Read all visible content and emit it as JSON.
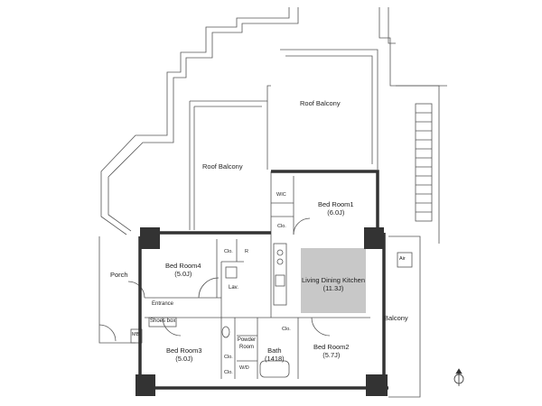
{
  "rooms": {
    "roof_balcony_1": "Roof Balcony",
    "roof_balcony_2": "Roof Balcony",
    "bed1": {
      "name": "Bed Room1",
      "size": "(6.0J)"
    },
    "bed2": {
      "name": "Bed Room2",
      "size": "(5.7J)"
    },
    "bed3": {
      "name": "Bed Room3",
      "size": "(5.0J)"
    },
    "bed4": {
      "name": "Bed Room4",
      "size": "(5.0J)"
    },
    "ldk": {
      "name": "Living Dining Kitchen",
      "size": "(11.3J)"
    },
    "bath": {
      "name": "Bath",
      "size": "(1418)"
    },
    "powder": "Powder Room",
    "porch": "Porch",
    "balcony": "Balcony",
    "entrance": "Entrance",
    "shoes_box": "Shoes box",
    "lav": "Lav.",
    "wic": "WIC",
    "wd": "W/D",
    "mb": "MB",
    "air": "Air",
    "clo": "Clo.",
    "r": "R"
  },
  "colors": {
    "wall": "#333333",
    "line": "#555555",
    "ldk_fill": "#c8c8c8"
  },
  "icons": {
    "north": "north-arrow-icon"
  }
}
